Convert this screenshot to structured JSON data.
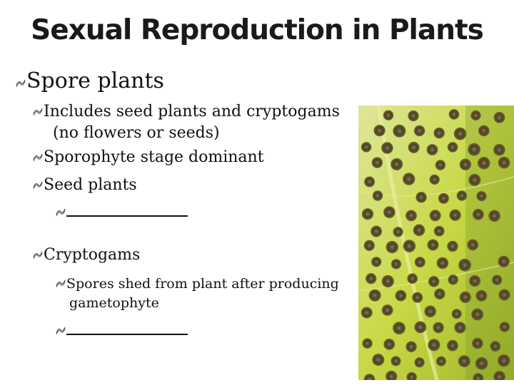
{
  "slide": {
    "title": "Sexual Reproduction in Plants",
    "heading": "Spore plants",
    "items": {
      "includes_line1": "Includes seed plants and cryptogams",
      "includes_line2": "(no flowers or seeds)",
      "sporophyte": "Sporophyte stage dominant",
      "seed_plants": "Seed plants",
      "cryptogams": "Cryptogams",
      "spores_line1": "Spores shed from plant after producing",
      "spores_line2": "gametophyte"
    },
    "bullet_icon": "wave-bullet-icon",
    "image": {
      "subject": "fern-sori-photo",
      "accent_leaf": "#c8d84a",
      "sori": "#5a4a2e"
    }
  }
}
